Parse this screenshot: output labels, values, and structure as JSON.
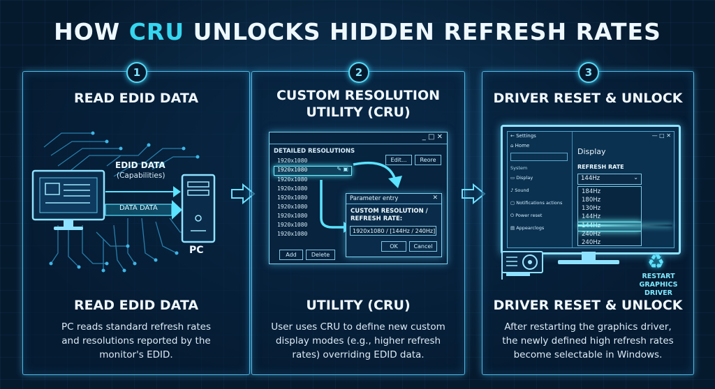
{
  "title": {
    "pre": "HOW ",
    "accent": "CRU",
    "post": " UNLOCKS HIDDEN REFRESH RATES"
  },
  "panels": [
    {
      "number": "1",
      "title": "READ EDID DATA",
      "bottom_title": "READ EDID DATA",
      "desc": [
        "PC reads standard refresh rates",
        "and resolutions reported by the",
        "monitor's EDID."
      ]
    },
    {
      "number": "2",
      "title_lines": [
        "CUSTOM RESOLUTION",
        "UTILITY (CRU)"
      ],
      "bottom_title": "UTILITY (CRU)",
      "desc": [
        "User uses CRU to define new custom",
        "display modes (e.g., higher refresh",
        "rates) overriding EDID data."
      ]
    },
    {
      "number": "3",
      "title": "DRIVER RESET & UNLOCK",
      "bottom_title": "DRIVER RESET & UNLOCK",
      "desc": [
        "After restarting the graphics driver,",
        "the newly defined high refresh rates",
        "become selectable in Windows."
      ]
    }
  ],
  "panel1": {
    "edid_label": "EDID DATA",
    "edid_sub": "(Capabilities)",
    "data_label": "DATA DATA",
    "pc_label": "PC"
  },
  "cru_window": {
    "section_label": "DETAILED RESOLUTIONS",
    "edit_button": "Edit...",
    "restore_button": "Reore",
    "resolutions": [
      "1920x1080",
      "1920x1080",
      "1920x1080",
      "1920x1080",
      "1920x1080",
      "1920x1080",
      "1920x1080",
      "1920x1080",
      "1920x1080"
    ],
    "add_button": "Add",
    "delete_button": "Delete"
  },
  "param_dialog": {
    "title": "Parameter entry",
    "label_line1": "CUSTOM RESOLUTION /",
    "label_line2": "REFRESH RATE:",
    "value": "1920x1080 / [144Hz / 240Hz]",
    "ok_button": "OK",
    "cancel_button": "Cancel"
  },
  "settings": {
    "app_title": "Settings",
    "nav": [
      "Home",
      "System",
      "Display",
      "Sound",
      "Notifications actions",
      "Power reset",
      "Appearclogs"
    ],
    "section": "Display",
    "refresh_label": "REFRESH RATE",
    "selected": "144Hz",
    "options": [
      "184Hz",
      "180Hz",
      "130Hz",
      "144Hz",
      "144Hz",
      "240Hz",
      "240Hz"
    ],
    "highlight_index": 4
  },
  "restart_label": [
    "RESTART",
    "GRAPHICS DRIVER"
  ],
  "colors": {
    "accent": "#35d6f0",
    "panel_border": "#4fb9e6",
    "background": "#061a2e"
  }
}
